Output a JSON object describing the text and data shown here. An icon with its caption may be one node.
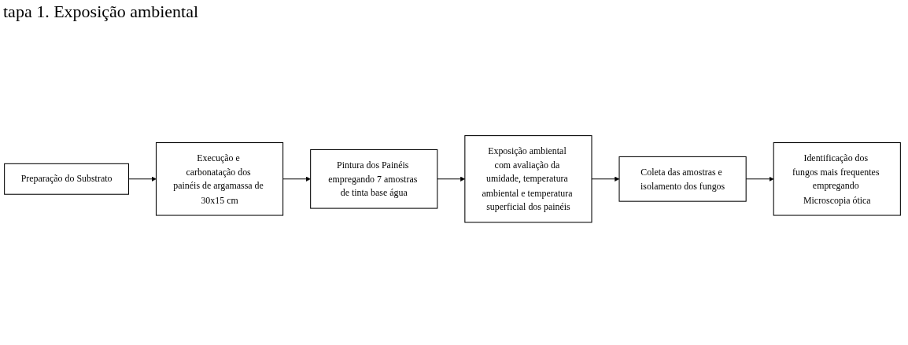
{
  "diagram": {
    "title": "tapa 1. Exposição ambiental",
    "nodes": [
      {
        "text": [
          "Preparação do Substrato"
        ]
      },
      {
        "text": [
          "Execução e carbonatação dos painéis de argamassa de 30x15 cm"
        ]
      },
      {
        "text": [
          "Pintura dos Painéis empregando 7 amostras de tinta base água"
        ]
      },
      {
        "text": [
          "Exposição ambiental com avaliação da umidade, temperatura ambiental e temperatura superficial dos painéis"
        ]
      },
      {
        "text": [
          "Coleta das amostras e isolamento dos fungos"
        ]
      },
      {
        "text": [
          "Identificação dos fungos mais frequentes empregando Microscopia ótica"
        ]
      }
    ],
    "edges": [
      {
        "from": 0,
        "to": 1,
        "arrow": "to"
      },
      {
        "from": 1,
        "to": 2,
        "arrow": "to"
      },
      {
        "from": 2,
        "to": 3,
        "arrow": "to"
      },
      {
        "from": 3,
        "to": 4,
        "arrow": "to"
      },
      {
        "from": 4,
        "to": 5,
        "arrow": "to"
      }
    ]
  }
}
